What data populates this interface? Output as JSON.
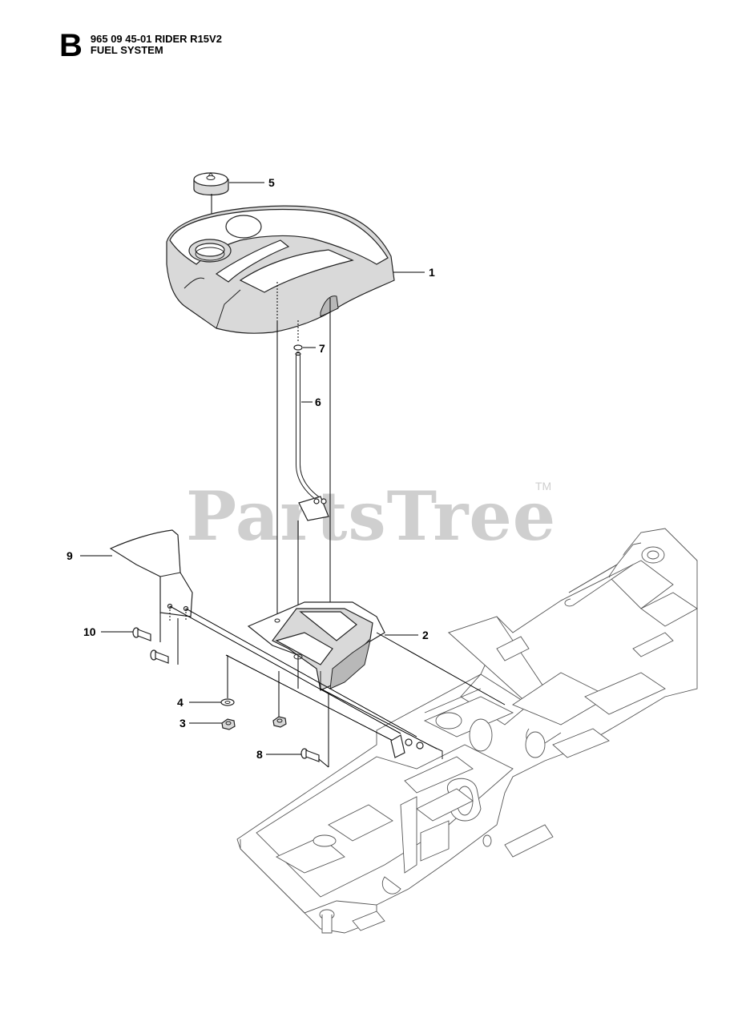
{
  "header": {
    "section_letter": "B",
    "model_line": "965 09 45-01 RIDER R15V2",
    "section_title": "FUEL SYSTEM"
  },
  "watermark": {
    "text": "PartsTree",
    "trademark": "TM"
  },
  "callouts": {
    "c1": "1",
    "c2": "2",
    "c3": "3",
    "c4": "4",
    "c5": "5",
    "c6": "6",
    "c7": "7",
    "c8": "8",
    "c9": "9",
    "c10": "10"
  },
  "colors": {
    "line": "#222222",
    "part_fill": "#d9d9d9",
    "watermark": "#cfcfcf"
  }
}
